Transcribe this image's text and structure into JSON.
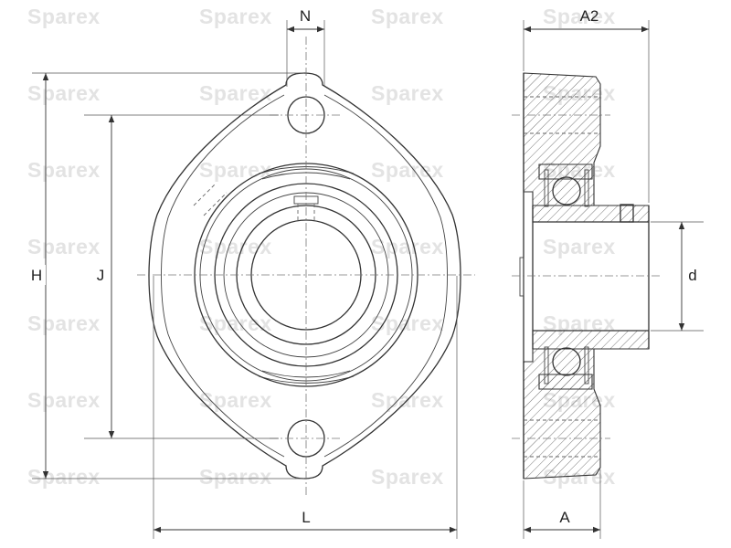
{
  "watermark": {
    "text": "Sparex"
  },
  "dimensions": {
    "N": "N",
    "A2": "A2",
    "H": "H",
    "J": "J",
    "d": "d",
    "L": "L",
    "A": "A"
  }
}
